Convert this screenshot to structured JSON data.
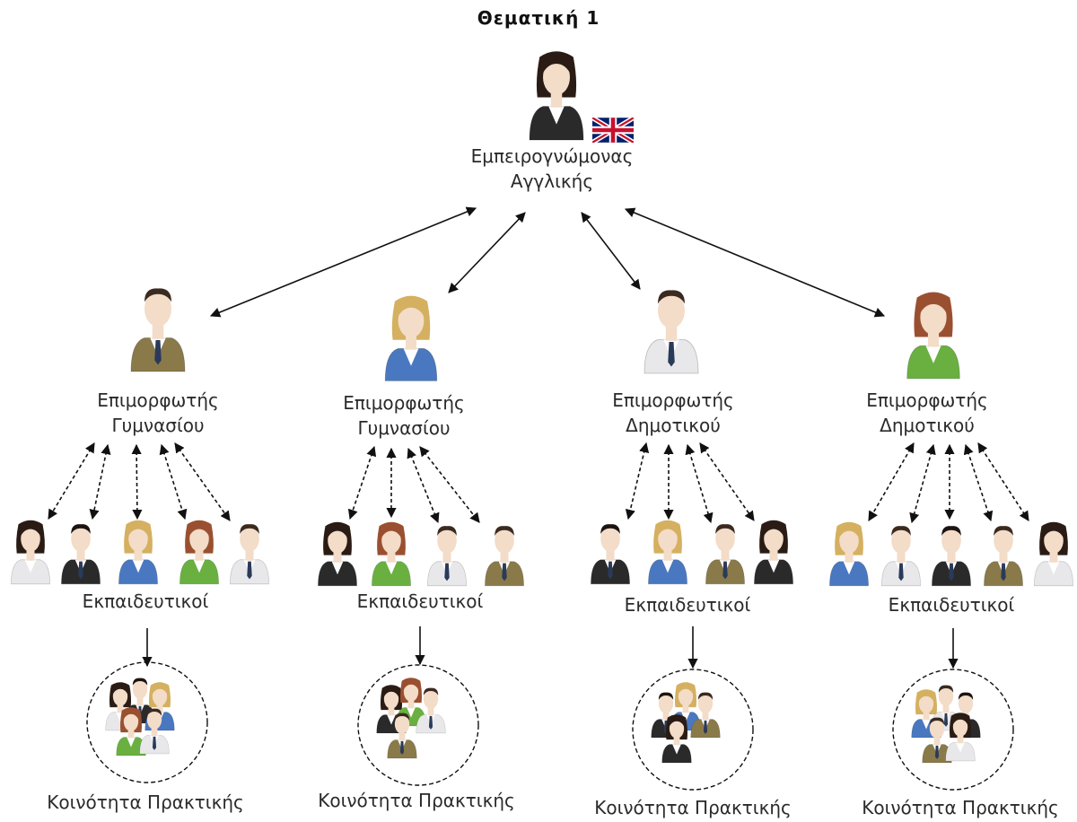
{
  "title": "Θεματική 1",
  "expert": {
    "line1": "Εμπειρογνώμονας",
    "line2": "Αγγλικής",
    "flag": "uk-flag-icon"
  },
  "trainers": [
    {
      "line1": "Επιμορφωτής",
      "line2": "Γυμνασίου",
      "suit": "#8a7a4a",
      "hair": "#3a2a20",
      "gender": "m",
      "teachers": [
        {
          "suit": "#e8e8ea",
          "hair": "#2a1c14",
          "gender": "f"
        },
        {
          "suit": "#2a2a2a",
          "hair": "#1c1410",
          "gender": "m"
        },
        {
          "suit": "#4a78c0",
          "hair": "#d4b060",
          "gender": "f"
        },
        {
          "suit": "#6ab040",
          "hair": "#9a5030",
          "gender": "f"
        },
        {
          "suit": "#e8e8ea",
          "hair": "#3a2a20",
          "gender": "m"
        }
      ],
      "teachers_label": "Εκπαιδευτικοί",
      "community_label": "Κοινότητα Πρακτικής"
    },
    {
      "line1": "Επιμορφωτής",
      "line2": "Γυμνασίου",
      "suit": "#4a78c0",
      "hair": "#d4b060",
      "gender": "f",
      "teachers": [
        {
          "suit": "#2a2a2a",
          "hair": "#2a1c14",
          "gender": "f"
        },
        {
          "suit": "#6ab040",
          "hair": "#9a5030",
          "gender": "f"
        },
        {
          "suit": "#e8e8ea",
          "hair": "#3a2a20",
          "gender": "m"
        },
        {
          "suit": "#8a7a4a",
          "hair": "#3a2a20",
          "gender": "m"
        }
      ],
      "teachers_label": "Εκπαιδευτικοί",
      "community_label": "Κοινότητα Πρακτικής"
    },
    {
      "line1": "Επιμορφωτής",
      "line2": "Δημοτικού",
      "suit": "#e8e8ea",
      "hair": "#3a2a20",
      "gender": "m",
      "teachers": [
        {
          "suit": "#2a2a2a",
          "hair": "#1c1410",
          "gender": "m"
        },
        {
          "suit": "#4a78c0",
          "hair": "#d4b060",
          "gender": "f"
        },
        {
          "suit": "#8a7a4a",
          "hair": "#3a2a20",
          "gender": "m"
        },
        {
          "suit": "#2a2a2a",
          "hair": "#2a1c14",
          "gender": "f"
        }
      ],
      "teachers_label": "Εκπαιδευτικοί",
      "community_label": "Κοινότητα Πρακτικής"
    },
    {
      "line1": "Επιμορφωτής",
      "line2": "Δημοτικού",
      "suit": "#6ab040",
      "hair": "#9a5030",
      "gender": "f",
      "teachers": [
        {
          "suit": "#4a78c0",
          "hair": "#d4b060",
          "gender": "f"
        },
        {
          "suit": "#e8e8ea",
          "hair": "#3a2a20",
          "gender": "m"
        },
        {
          "suit": "#2a2a2a",
          "hair": "#1c1410",
          "gender": "m"
        },
        {
          "suit": "#8a7a4a",
          "hair": "#3a2a20",
          "gender": "m"
        },
        {
          "suit": "#e8e8ea",
          "hair": "#2a1c14",
          "gender": "f"
        }
      ],
      "teachers_label": "Εκπαιδευτικοί",
      "community_label": "Κοινότητα Πρακτικής"
    }
  ],
  "expert_avatar": {
    "suit": "#2a2a2a",
    "hair": "#2a1c14",
    "gender": "f"
  },
  "colors": {
    "line": "#111111",
    "skin": "#f3dcc8",
    "shirt": "#ffffff",
    "tie": "#2a3a5a"
  }
}
